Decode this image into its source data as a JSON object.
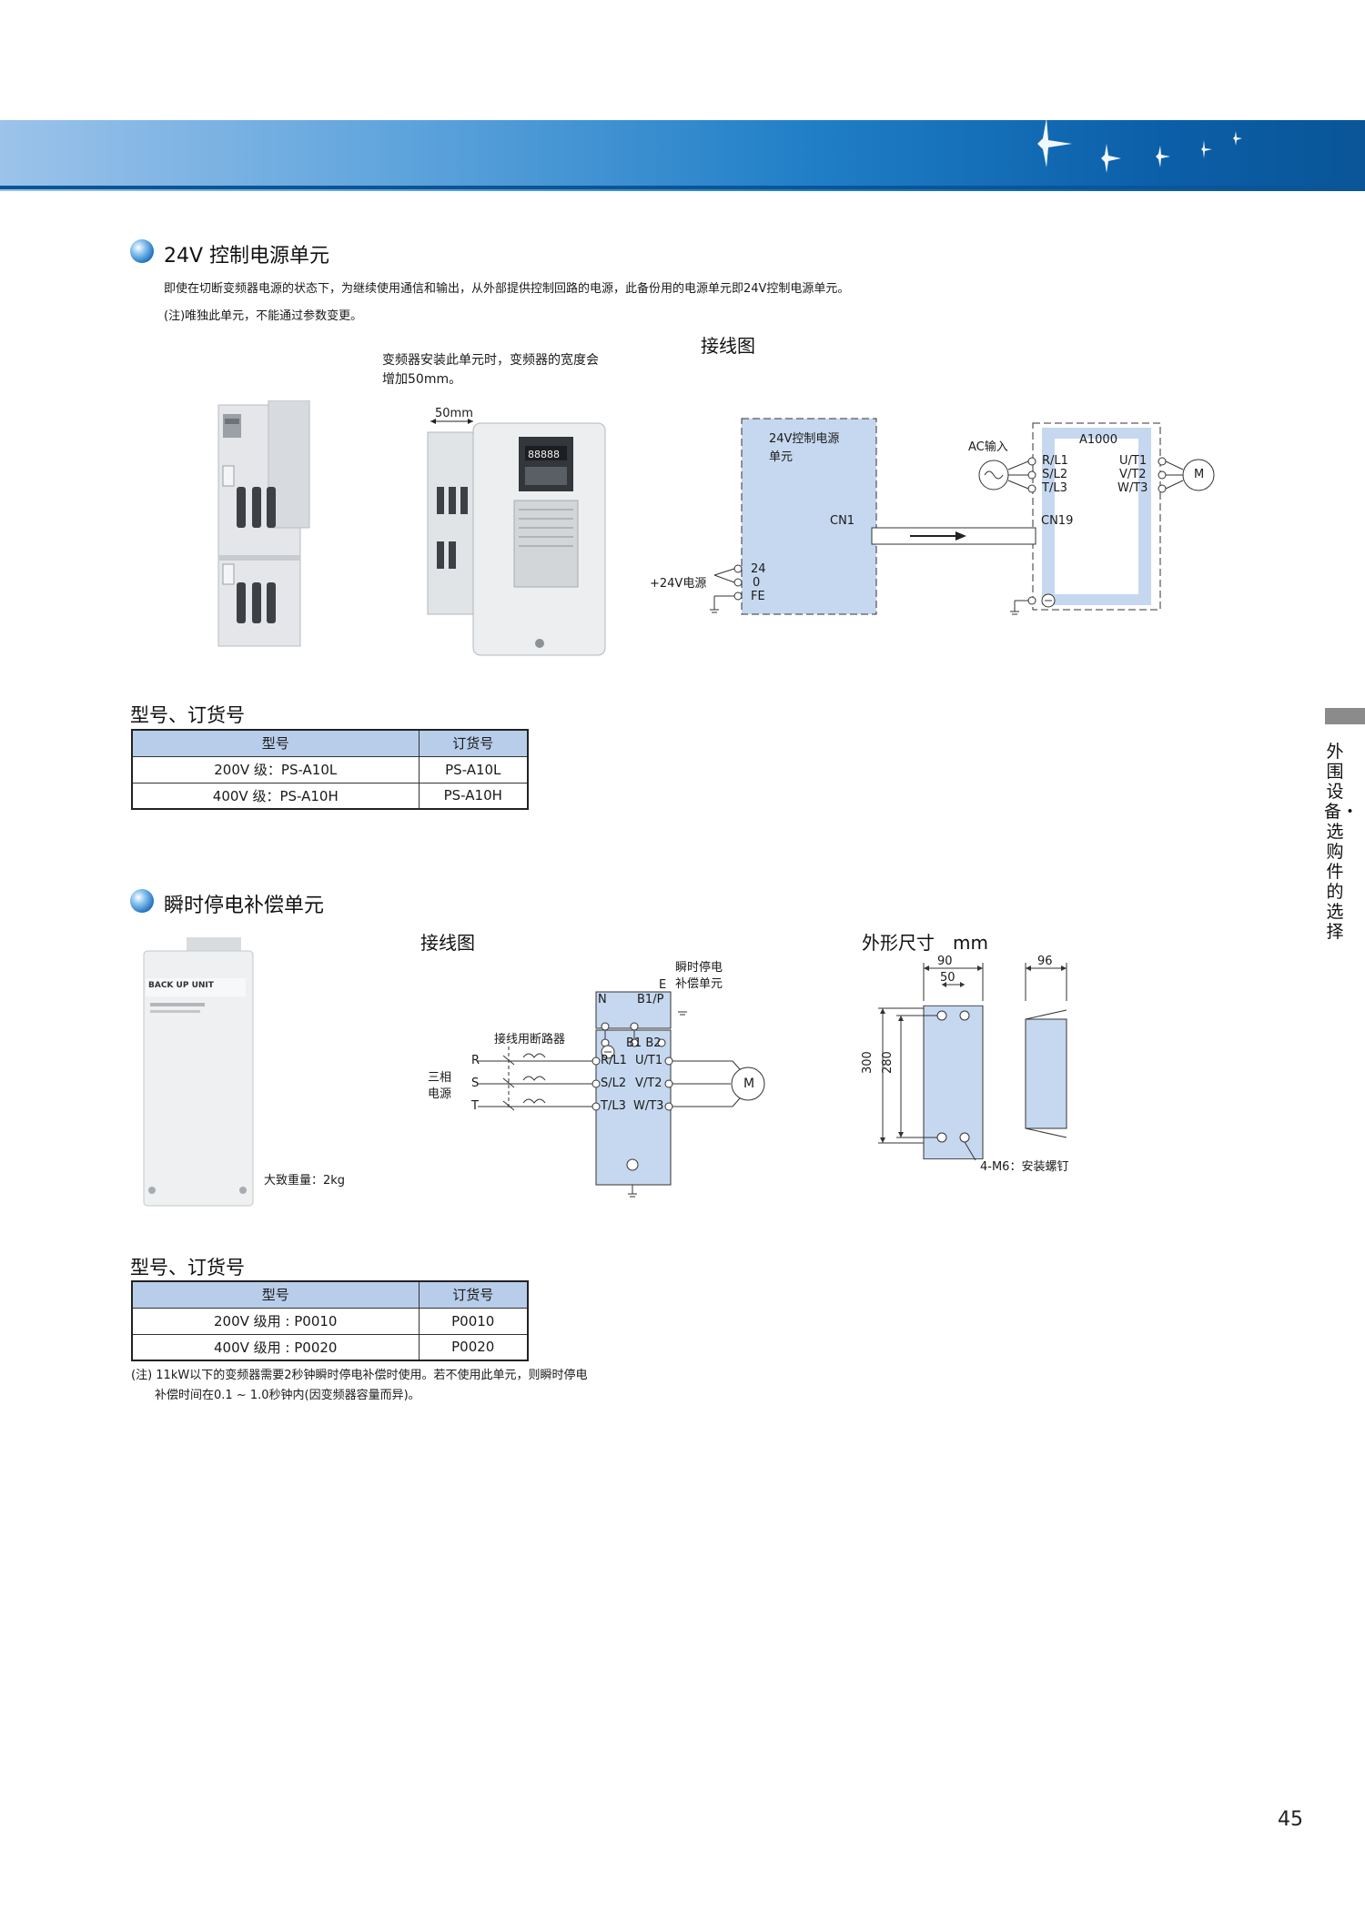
{
  "section1": {
    "title": "24V 控制电源单元",
    "description": "即使在切断变频器电源的状态下，为继续使用通信和输出，从外部提供控制回路的电源，此备份用的电源单元即24V控制电源单元。",
    "note": "(注)唯独此单元，不能通过参数变更。",
    "width_note_line1": "变频器安装此单元时，变频器的宽度会",
    "width_note_line2": "增加50mm。",
    "dimension_label": "50mm",
    "wiring_title": "接线图",
    "wiring": {
      "unit_label_line1": "24V控制电源",
      "unit_label_line2": "单元",
      "cn1": "CN1",
      "cn19": "CN19",
      "ac_input": "AC输入",
      "a1000": "A1000",
      "r": "R/L1",
      "s": "S/L2",
      "t": "T/L3",
      "u": "U/T1",
      "v": "V/T2",
      "w": "W/T3",
      "motor": "M",
      "power_24v": "+24V电源",
      "t24": "24",
      "t0": "0",
      "tfe": "FE"
    },
    "model_heading": "型号、订货号",
    "table": {
      "headers": [
        "型号",
        "订货号"
      ],
      "rows": [
        [
          "200V 级：PS-A10L",
          "PS-A10L"
        ],
        [
          "400V 级：PS-A10H",
          "PS-A10H"
        ]
      ]
    }
  },
  "section2": {
    "title": "瞬时停电补偿单元",
    "product_label": "BACK UP UNIT",
    "weight": "大致重量：2kg",
    "wiring_title": "接线图",
    "wiring": {
      "unit_line1": "瞬时停电",
      "unit_line2": "补偿单元",
      "e": "E",
      "n": "N",
      "b1p": "B1/P",
      "breaker": "接线用断路器",
      "three_phase_line1": "三相",
      "three_phase_line2": "电源",
      "r": "R",
      "s": "S",
      "t": "T",
      "b1b2": "B1 B2",
      "rl1": "R/L1",
      "sl2": "S/L2",
      "tl3": "T/L3",
      "ut1": "U/T1",
      "vt2": "V/T2",
      "wt3": "W/T3",
      "motor": "M"
    },
    "dim_title": "外形尺寸　mm",
    "dims": {
      "w90": "90",
      "w50": "50",
      "d96": "96",
      "h300": "300",
      "h280": "280",
      "screw": "4-M6：安装螺钉"
    },
    "model_heading": "型号、订货号",
    "table": {
      "headers": [
        "型号",
        "订货号"
      ],
      "rows": [
        [
          "200V 级用 : P0010",
          "P0010"
        ],
        [
          "400V 级用 : P0020",
          "P0020"
        ]
      ]
    },
    "note_line1": "(注) 11kW以下的变频器需要2秒钟瞬时停电补偿时使用。若不使用此单元，则瞬时停电",
    "note_line2": "补偿时间在0.1 ~ 1.0秒钟内(因变频器容量而异)。"
  },
  "side_tab_text": "外围设备・选购件的选择",
  "page_number": "45"
}
